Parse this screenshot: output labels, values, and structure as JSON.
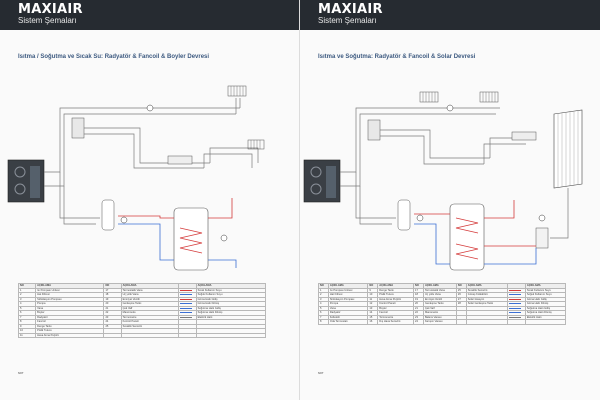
{
  "brand": "MAXIAIR",
  "subtitle": "Sistem Şemaları",
  "colors": {
    "header_bg": "#262b31",
    "title_blue": "#3d5a80",
    "hot_line": "#d43b3b",
    "cold_line": "#3b6fd4",
    "pipe_gray": "#7a7a7a"
  },
  "pages": [
    {
      "title": "Isıtma / Soğutma ve Sıcak Su: Radyatör & Fancoil & Boyler Devresi",
      "legend": {
        "headers": [
          "NO",
          "AÇIKLAMA",
          "NO",
          "AÇIKLAMA",
          "",
          "AÇIKLAMA"
        ],
        "rows": [
          [
            "1",
            "Isı Pompası Ünitesi",
            "17",
            "Termostatik Vana",
            "",
            "Sıcak Kullanım Suyu"
          ],
          [
            "2",
            "Hat Filtresi",
            "18",
            "Üç yollu Vana",
            "",
            "Soğuk Kullanım Suyu"
          ],
          [
            "3",
            "Sirkülasyon Pompası",
            "19",
            "Emniyet Ventili",
            "",
            "Isıtma Hattı Gidiş"
          ],
          [
            "4",
            "Pompa",
            "20",
            "Genleşme Tankı",
            "",
            "Isıtma Hattı Dönüş"
          ],
          [
            "5",
            "Vana",
            "21",
            "Çek Valf",
            "",
            "Soğutma Hattı Gidiş"
          ],
          [
            "6",
            "Boyler",
            "22",
            "Manometre",
            "",
            "Soğutma Hattı Dönüş"
          ],
          [
            "7",
            "Radyatör",
            "23",
            "Termometre",
            "",
            "Elektrik Hattı"
          ],
          [
            "8",
            "Fancoil",
            "24",
            "Kontrol Paneli",
            "",
            ""
          ],
          [
            "9",
            "Denge Tankı",
            "25",
            "Sıcaklık Sensörü",
            "",
            ""
          ],
          [
            "10",
            "Pislik Tutucu",
            "",
            "",
            "",
            ""
          ],
          [
            "11",
            "Hava Atma Purjörü",
            "",
            "",
            "",
            ""
          ]
        ]
      },
      "note_label": "NOT"
    },
    {
      "title": "Isıtma ve Soğutma: Radyatör & Fancoil & Solar Devresi",
      "legend": {
        "headers": [
          "NO",
          "AÇIKLAMA",
          "NO",
          "AÇIKLAMA",
          "NO",
          "AÇIKLAMA",
          "NO",
          "AÇIKLAMA",
          "",
          "AÇIKLAMA"
        ],
        "rows": [
          [
            "1",
            "Isı Pompası Ünitesi",
            "9",
            "Denge Tankı",
            "17",
            "Termostatik Vana",
            "25",
            "Sıcaklık Sensörü",
            "",
            "Sıcak Kullanım Suyu"
          ],
          [
            "2",
            "Hat Filtresi",
            "10",
            "Pislik Tutucu",
            "18",
            "Üç yollu Vana",
            "26",
            "Güneş Kollektörü",
            "",
            "Soğuk Kullanım Suyu"
          ],
          [
            "3",
            "Sirkülasyon Pompası",
            "11",
            "Hava Atma Purjörü",
            "19",
            "Emniyet Ventili",
            "27",
            "Solar İstasyon",
            "",
            "Isıtma Hattı Gidiş"
          ],
          [
            "4",
            "Pompa",
            "12",
            "Kontrol Paneli",
            "20",
            "Genleşme Tankı",
            "28",
            "Solar Genleşme Tankı",
            "",
            "Isıtma Hattı Dönüş"
          ],
          [
            "5",
            "Vana",
            "13",
            "Boyler",
            "21",
            "Çek Valf",
            "",
            "",
            "",
            "Soğutma Hattı Gidiş"
          ],
          [
            "6",
            "Radyatör",
            "14",
            "Fancoil",
            "22",
            "Manometre",
            "",
            "",
            "",
            "Soğutma Hattı Dönüş"
          ],
          [
            "7",
            "Kollektör",
            "15",
            "Termometre",
            "23",
            "Balans Vanası",
            "",
            "",
            "",
            "Elektrik Hattı"
          ],
          [
            "8",
            "Oda Termostatı",
            "16",
            "Dış Hava Sensörü",
            "24",
            "Karışım Vanası",
            "",
            "",
            "",
            ""
          ]
        ]
      },
      "note_label": "NOT"
    }
  ]
}
